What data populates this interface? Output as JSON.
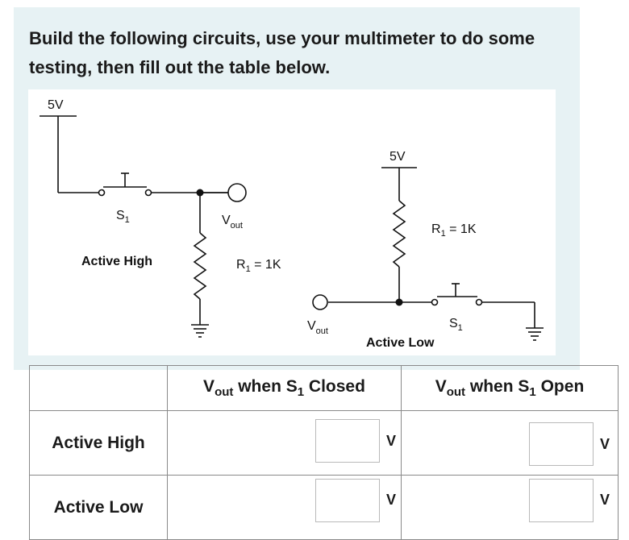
{
  "instructions": "Build the following circuits, use your multimeter to do some testing, then fill out the table below.",
  "circuit": {
    "left": {
      "supply": "5V",
      "switch_prefix": "S",
      "switch_sub": "1",
      "output_prefix": "V",
      "output_sub": "out",
      "resistor_prefix": "R",
      "resistor_sub": "1",
      "resistor_value": " = 1K",
      "caption": "Active High"
    },
    "right": {
      "supply": "5V",
      "switch_prefix": "S",
      "switch_sub": "1",
      "output_prefix": "V",
      "output_sub": "out",
      "resistor_prefix": "R",
      "resistor_sub": "1",
      "resistor_value": " = 1K",
      "caption": "Active Low"
    }
  },
  "table": {
    "col_closed": {
      "prefix": "V",
      "sub": "out",
      "mid": " when S",
      "sub2": "1",
      "suffix": " Closed"
    },
    "col_open": {
      "prefix": "V",
      "sub": "out",
      "mid": " when S",
      "sub2": "1",
      "suffix": " Open"
    },
    "rows": [
      {
        "label": "Active High",
        "closed_value": "",
        "open_value": "",
        "unit": "V"
      },
      {
        "label": "Active Low",
        "closed_value": "",
        "open_value": "",
        "unit": "V"
      }
    ]
  }
}
